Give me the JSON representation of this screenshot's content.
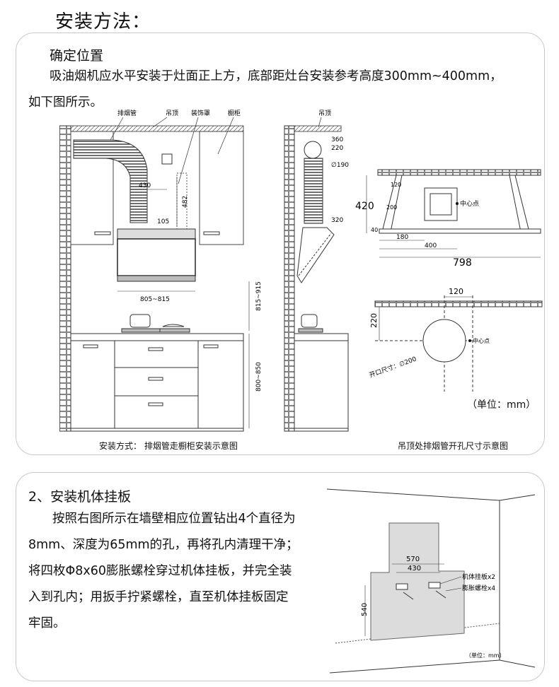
{
  "page_title": "安装方法：",
  "section1": {
    "heading": "确定位置",
    "text_line1": "吸油烟机应水平安装于灶面正上方，底部距灶台安装参考高度300mm~400mm，",
    "text_line2": "如下图所示。",
    "diagram_left": {
      "labels": {
        "exhaust_pipe": "排烟管",
        "ceiling": "吊顶",
        "decor_cover": "装饰罩",
        "cabinet": "橱柜"
      },
      "dims": {
        "d430": "430",
        "d482": "482",
        "d105": "105",
        "width": "805~815",
        "height": "815~915",
        "counter": "800~850"
      },
      "caption": "安装方式：  排烟管走橱柜安装示意图"
    },
    "diagram_side": {
      "ceiling": "吊顶",
      "dims": {
        "d360": "360",
        "d220": "220",
        "d190": "∅190",
        "d320": "320"
      }
    },
    "diagram_right": {
      "dims_top": {
        "d420": "420",
        "d120": "120",
        "d200": "200",
        "d40": "40",
        "d180": "180",
        "d400": "400",
        "d798": "798",
        "center": "中心点"
      },
      "dims_bottom": {
        "d120": "120",
        "d220": "220",
        "center": "中心点",
        "hole": "开口尺寸：∅200"
      },
      "unit": "（单位：mm）",
      "caption": "吊顶处排烟管开孔尺寸示意图"
    }
  },
  "section2": {
    "heading": "2、安装机体挂板",
    "lines": [
      "按照右图所示在墙壁相应位置钻出4个直径为",
      "8mm、深度为65mm的孔，再将孔内清理干净；",
      "将四枚Φ8x60膨胀螺栓穿过机体挂板，并完全装",
      "入到孔内；用扳手拧紧螺栓，直至机体挂板固定",
      "牢固。"
    ],
    "diagram": {
      "d570": "570",
      "d430": "430",
      "d540": "540",
      "plate": "机体挂板x2",
      "bolt": "膨胀螺栓x4",
      "unit": "（单位：mm）"
    }
  }
}
